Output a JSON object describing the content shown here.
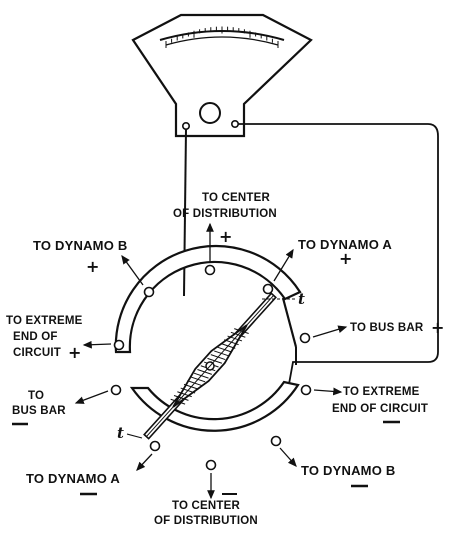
{
  "labels": {
    "to_center_top_1": "TO CENTER",
    "to_center_top_2": "OF DISTRIBUTION",
    "to_center_top_sign": "+",
    "to_dynamo_b_top": "TO DYNAMO B",
    "to_dynamo_b_top_sign": "+",
    "to_dynamo_a_top": "TO DYNAMO A",
    "to_dynamo_a_top_sign": "+",
    "extreme_left_1": "TO EXTREME",
    "extreme_left_2": "END OF",
    "extreme_left_3": "CIRCUIT",
    "extreme_left_sign": "+",
    "bus_bar_right": "TO BUS BAR",
    "bus_bar_right_sign": "+",
    "bus_bar_left_1": "TO",
    "bus_bar_left_2": "BUS BAR",
    "extreme_right_1": "TO EXTREME",
    "extreme_right_2": "END OF CIRCUIT",
    "to_dynamo_a_bottom": "TO DYNAMO A",
    "to_dynamo_b_bottom": "TO DYNAMO B",
    "to_center_bottom_1": "TO CENTER",
    "to_center_bottom_2": "OF DISTRIBUTION",
    "t_top": "t",
    "t_bottom": "t"
  }
}
